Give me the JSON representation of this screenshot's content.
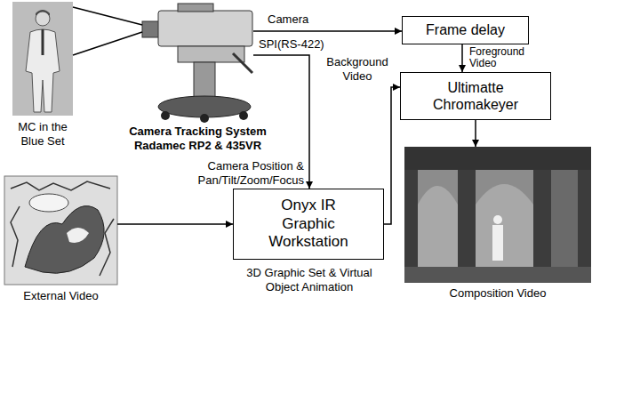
{
  "diagram": {
    "nodes": [
      {
        "text": [
          "MC in the Blue Set"
        ]
      },
      {
        "text": [
          "Camera Tracking System Radamec RP2 & 435VR"
        ]
      },
      {
        "text": [
          "Frame delay"
        ]
      },
      {
        "text": [
          "Ultimatte Chromakeyer"
        ]
      },
      {
        "text": [
          "External Video"
        ]
      },
      {
        "text": [
          "Onyx IR Graphic Workstation",
          "3D Graphic Set & Virtual Object Animation"
        ]
      },
      {
        "text": [
          "Composition Video"
        ]
      }
    ],
    "edges": [
      {
        "from": 1,
        "to": 0,
        "arrow": "none"
      },
      {
        "from": 1,
        "to": 0,
        "arrow": "none"
      },
      {
        "from": 1,
        "to": 2,
        "label": "Camera",
        "arrow": "to"
      },
      {
        "from": 2,
        "to": 3,
        "label": "Foreground Video",
        "arrow": "to"
      },
      {
        "from": 1,
        "to": 5,
        "label": "SPI(RS-422)",
        "arrow": "to"
      },
      {
        "from": 4,
        "to": 5,
        "arrow": "to"
      },
      {
        "from": 5,
        "to": 3,
        "label": "Background Video",
        "arrow": "to"
      },
      {
        "from": 3,
        "to": 6,
        "arrow": "to"
      }
    ],
    "labels": [
      "Camera Position & Pan/Tilt/Zoom/Focus"
    ]
  }
}
